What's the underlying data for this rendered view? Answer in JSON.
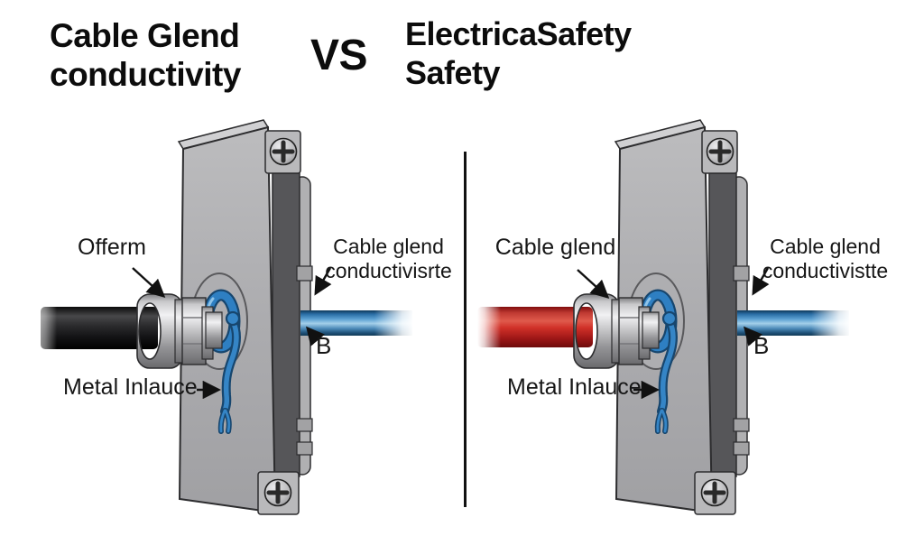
{
  "header": {
    "left_title_line1": "Cable Glend",
    "left_title_line2": "conductivity",
    "vs_label": "VS",
    "right_title_line1": "ElectricaSafety",
    "right_title_line2": "Safety"
  },
  "left_diagram": {
    "gland_label": "Offerm",
    "conductivity_label_line1": "Cable glend",
    "conductivity_label_line2": "conductivisrte",
    "point_label": "B",
    "metal_label": "Metal Inlauce",
    "cable_color": "#1a1a1c"
  },
  "right_diagram": {
    "gland_label": "Cable glend",
    "conductivity_label_line1": "Cable glend",
    "conductivity_label_line2": "conductivistte",
    "point_label": "B",
    "metal_label": "Metal Inlauce",
    "cable_color": "#c62a22"
  },
  "colors": {
    "background": "#ffffff",
    "text": "#111111",
    "divider": "#111111",
    "panel_gray": "#aeaeb0",
    "panel_dark_strip": "#565659",
    "metal_light": "#d8d8da",
    "grommet_blue": "#2e7fc2",
    "exit_cable_blue": "#4b89b8",
    "left_cable_black": "#1a1a1c",
    "right_cable_red": "#c62a22"
  }
}
